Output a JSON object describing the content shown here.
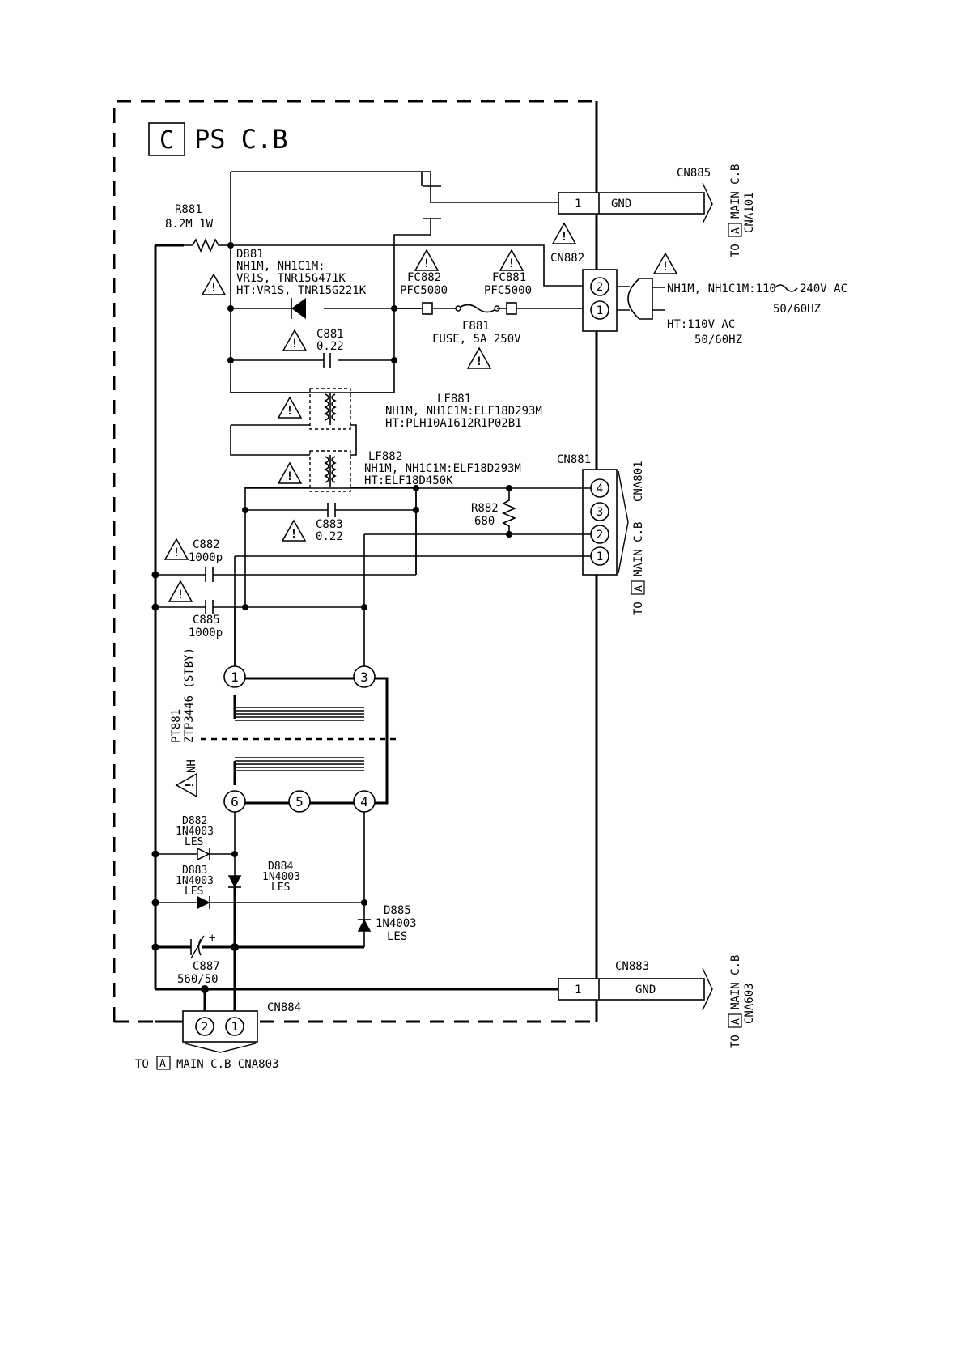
{
  "board": {
    "letter": "C",
    "title": "PS C.B"
  },
  "warning_mark": "!",
  "cn885": {
    "ref": "CN885",
    "pin": "1",
    "signal": "GND",
    "to_prefix": "TO",
    "to_letter": "A",
    "to_target": "MAIN C.B",
    "to_conn": "CNA101"
  },
  "cn882": {
    "ref": "CN882",
    "pin2": "2",
    "pin1": "1"
  },
  "ac_in": {
    "line1": "NH1M, NH1C1M:110",
    "line1_tail": "240V AC",
    "line2": "50/60HZ",
    "line3": "HT:110V AC",
    "line4": "50/60HZ"
  },
  "r881": {
    "ref": "R881",
    "value": "8.2M 1W"
  },
  "d881": {
    "ref": "D881",
    "line1": "NH1M, NH1C1M:",
    "line2": "VR1S, TNR15G471K",
    "line3": "HT:VR1S, TNR15G221K"
  },
  "fc882": {
    "ref": "FC882",
    "value": "PFC5000"
  },
  "fc881": {
    "ref": "FC881",
    "value": "PFC5000"
  },
  "f881": {
    "ref": "F881",
    "value": "FUSE, 5A 250V"
  },
  "c881": {
    "ref": "C881",
    "value": "0.22"
  },
  "lf881": {
    "ref": "LF881",
    "line1": "NH1M, NH1C1M:ELF18D293M",
    "line2": "HT:PLH10A1612R1P02B1"
  },
  "lf882": {
    "ref": "LF882",
    "line1": "NH1M, NH1C1M:ELF18D293M",
    "line2": "HT:ELF18D450K"
  },
  "cn881": {
    "ref": "CN881",
    "pins": [
      "4",
      "3",
      "2",
      "1"
    ],
    "to_prefix": "TO",
    "to_letter": "A",
    "to_target": "MAIN C.B",
    "to_conn": "CNA801"
  },
  "r882": {
    "ref": "R882",
    "value": "680"
  },
  "c883": {
    "ref": "C883",
    "value": "0.22"
  },
  "c882": {
    "ref": "C882",
    "value": "1000p"
  },
  "c885": {
    "ref": "C885",
    "value": "1000p"
  },
  "pt881": {
    "ref": "PT881",
    "part": "ZTP3446 (STBY)",
    "note": "NH",
    "pins_top": [
      "1",
      "3"
    ],
    "pins_bottom": [
      "6",
      "5",
      "4"
    ]
  },
  "d882": {
    "ref": "D882",
    "part": "1N4003",
    "suffix": "LES"
  },
  "d883": {
    "ref": "D883",
    "part": "1N4003",
    "suffix": "LES"
  },
  "d884": {
    "ref": "D884",
    "part": "1N4003",
    "suffix": "LES"
  },
  "d885": {
    "ref": "D885",
    "part": "1N4003",
    "suffix": "LES"
  },
  "c887": {
    "ref": "C887",
    "value": "560/50",
    "polarity": "+"
  },
  "cn883": {
    "ref": "CN883",
    "pin": "1",
    "signal": "GND",
    "to_prefix": "TO",
    "to_letter": "A",
    "to_target": "MAIN C.B",
    "to_conn": "CNA603"
  },
  "cn884": {
    "ref": "CN884",
    "pins": [
      "2",
      "1"
    ],
    "to_text": "TO",
    "to_letter": "A",
    "to_tail": "MAIN C.B CNA803"
  }
}
